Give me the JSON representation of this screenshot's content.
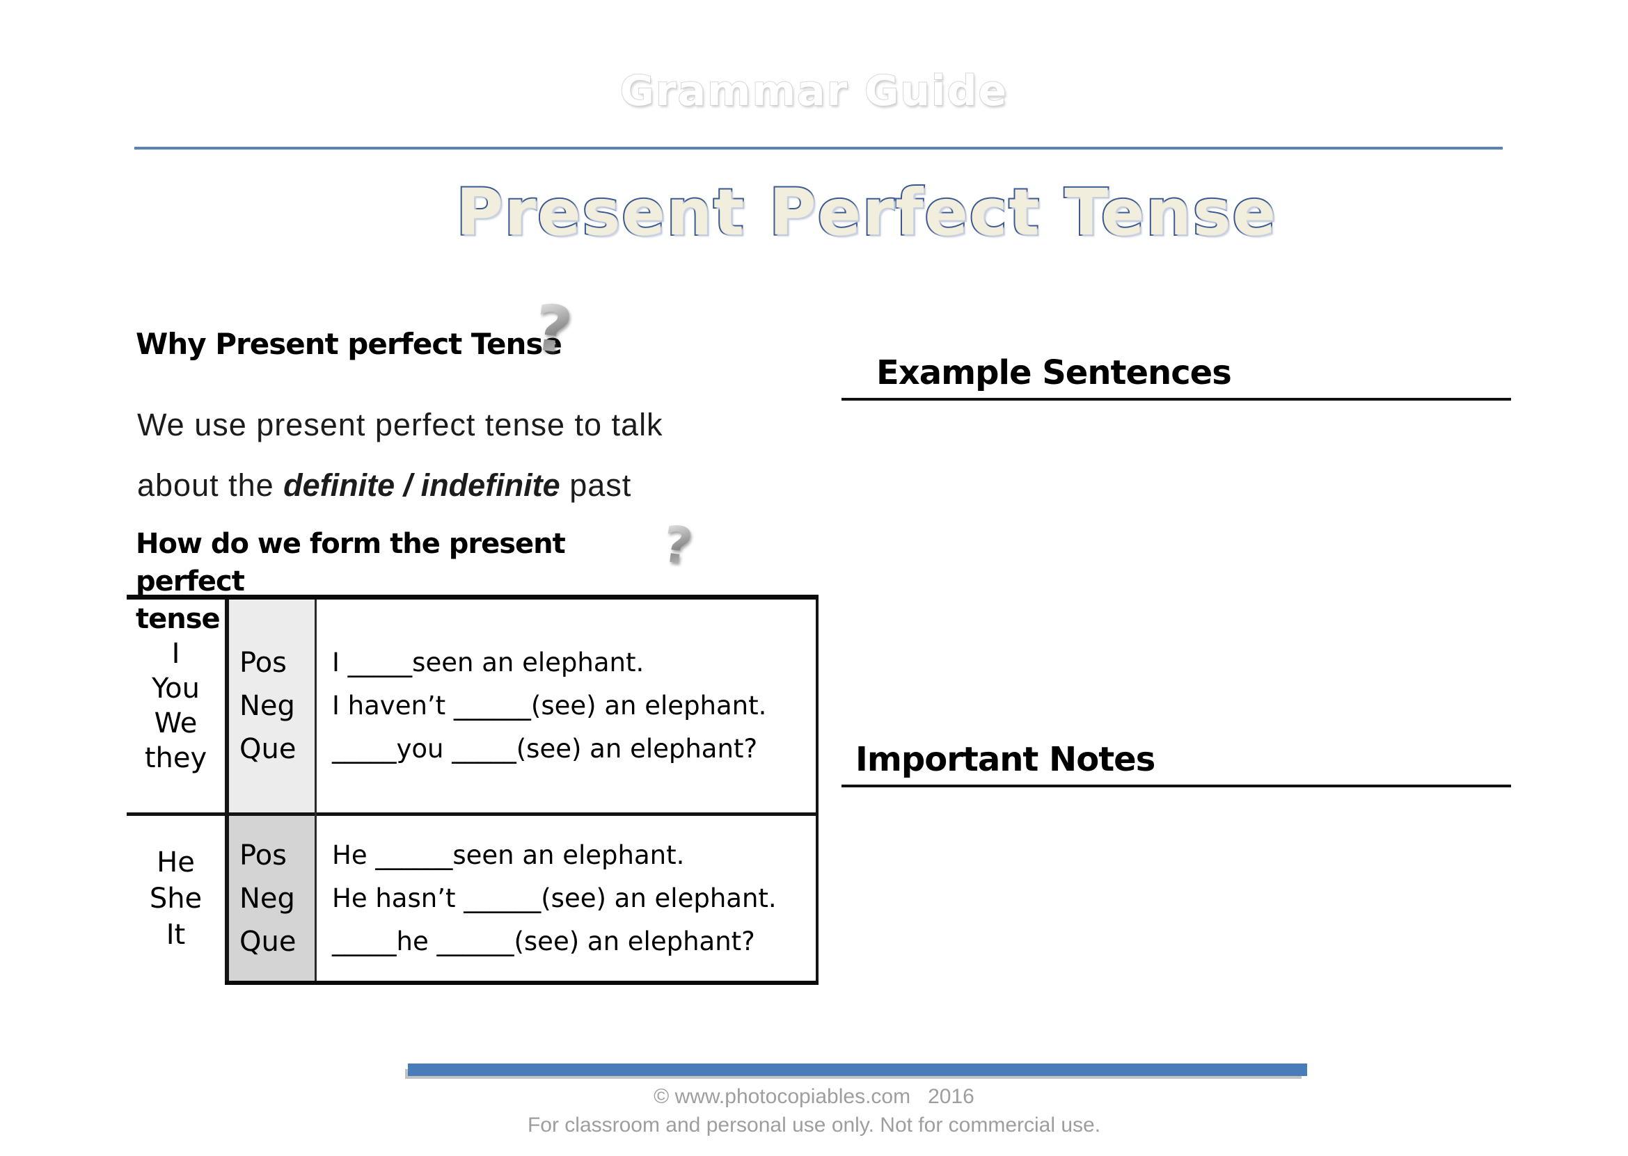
{
  "page": {
    "watermark": "Grammar Guide",
    "title": "Present Perfect Tense"
  },
  "why_section": {
    "heading": "Why Present perfect Tense",
    "question_mark": "?",
    "usage_line1": "We use present perfect tense to talk",
    "usage_line2_prefix": "about the ",
    "usage_line2_emphasis": "definite / indefinite",
    "usage_line2_suffix": " past"
  },
  "how_section": {
    "heading_line1": "How do we form the present perfect",
    "heading_line2": "tense",
    "question_mark": "?"
  },
  "conjugation_table": {
    "rows": [
      {
        "subjects": [
          "I",
          "You",
          "We",
          "they"
        ],
        "forms": [
          "Pos",
          "Neg",
          "Que"
        ],
        "sentences": [
          "I _____seen an elephant.",
          "I haven’t ______(see) an elephant.",
          "_____you _____(see) an elephant?"
        ]
      },
      {
        "subjects": [
          "He",
          "She",
          "It"
        ],
        "forms": [
          "Pos",
          "Neg",
          "Que"
        ],
        "sentences": [
          "He ______seen an elephant.",
          "He hasn’t ______(see) an elephant.",
          "_____he ______(see) an elephant?"
        ]
      }
    ]
  },
  "right_column": {
    "examples_heading": "Example Sentences",
    "notes_heading": "Important Notes"
  },
  "footer": {
    "copyright": "© www.photocopiables.com   2016",
    "license": "For classroom and personal use only. Not for commercial use."
  },
  "colors": {
    "rule_blue": "#5b84b5",
    "bar_blue": "#4a7cba",
    "title_fill": "#f1eedd",
    "title_stroke": "#3b5991",
    "row1_form_bg": "#ececec",
    "row2_form_bg": "#d4d4d4",
    "footer_text": "#9e9e9e"
  }
}
